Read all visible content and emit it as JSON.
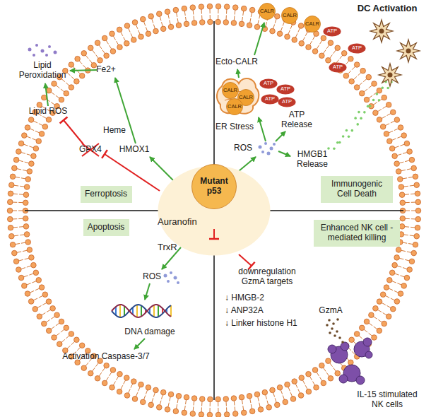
{
  "diagram": {
    "nodes": [
      {
        "text": [
          "CALR"
        ]
      },
      {
        "text": [
          "CALR"
        ]
      },
      {
        "text": [
          "CALR"
        ]
      },
      {
        "text": [
          "CALR"
        ]
      },
      {
        "text": [
          "CALR"
        ]
      },
      {
        "text": [
          "CALR"
        ]
      },
      {
        "text": [
          "ATP"
        ]
      },
      {
        "text": [
          "ATP"
        ]
      },
      {
        "text": [
          "ATP"
        ]
      },
      {
        "text": [
          "ATP"
        ]
      },
      {
        "text": [
          "ATP"
        ]
      },
      {
        "text": [
          "ATP"
        ]
      },
      {
        "text": [
          "ATP"
        ]
      },
      {
        "text": [
          "Ferroptosis"
        ]
      },
      {
        "text": [
          "Immunogenic Cell Death"
        ]
      },
      {
        "text": [
          "Apoptosis"
        ]
      },
      {
        "text": [
          "Enhanced NK cell -mediated killing"
        ]
      },
      {
        "text": [
          "Auranofin",
          "TrxR"
        ]
      },
      {
        "text": [
          "Mutant p53"
        ],
        "in": 17
      }
    ],
    "labels": [
      "DC Activation",
      "Lipid Peroxidation",
      "Fe2+",
      "Lipid ROS",
      "Heme",
      "HMOX1",
      "GPX4",
      "Ecto-CALR",
      "ER Stress",
      "ATP Release",
      "ROS",
      "HMGB1 Release",
      "ROS",
      "DNA damage",
      "Activation Caspase-3/7",
      "downregulation GzmA targets",
      "↓ HMGB-2",
      "↓ ANP32A",
      "↓ Linker histone H1",
      "GzmA",
      "IL-15 stimulated NK cells"
    ]
  }
}
